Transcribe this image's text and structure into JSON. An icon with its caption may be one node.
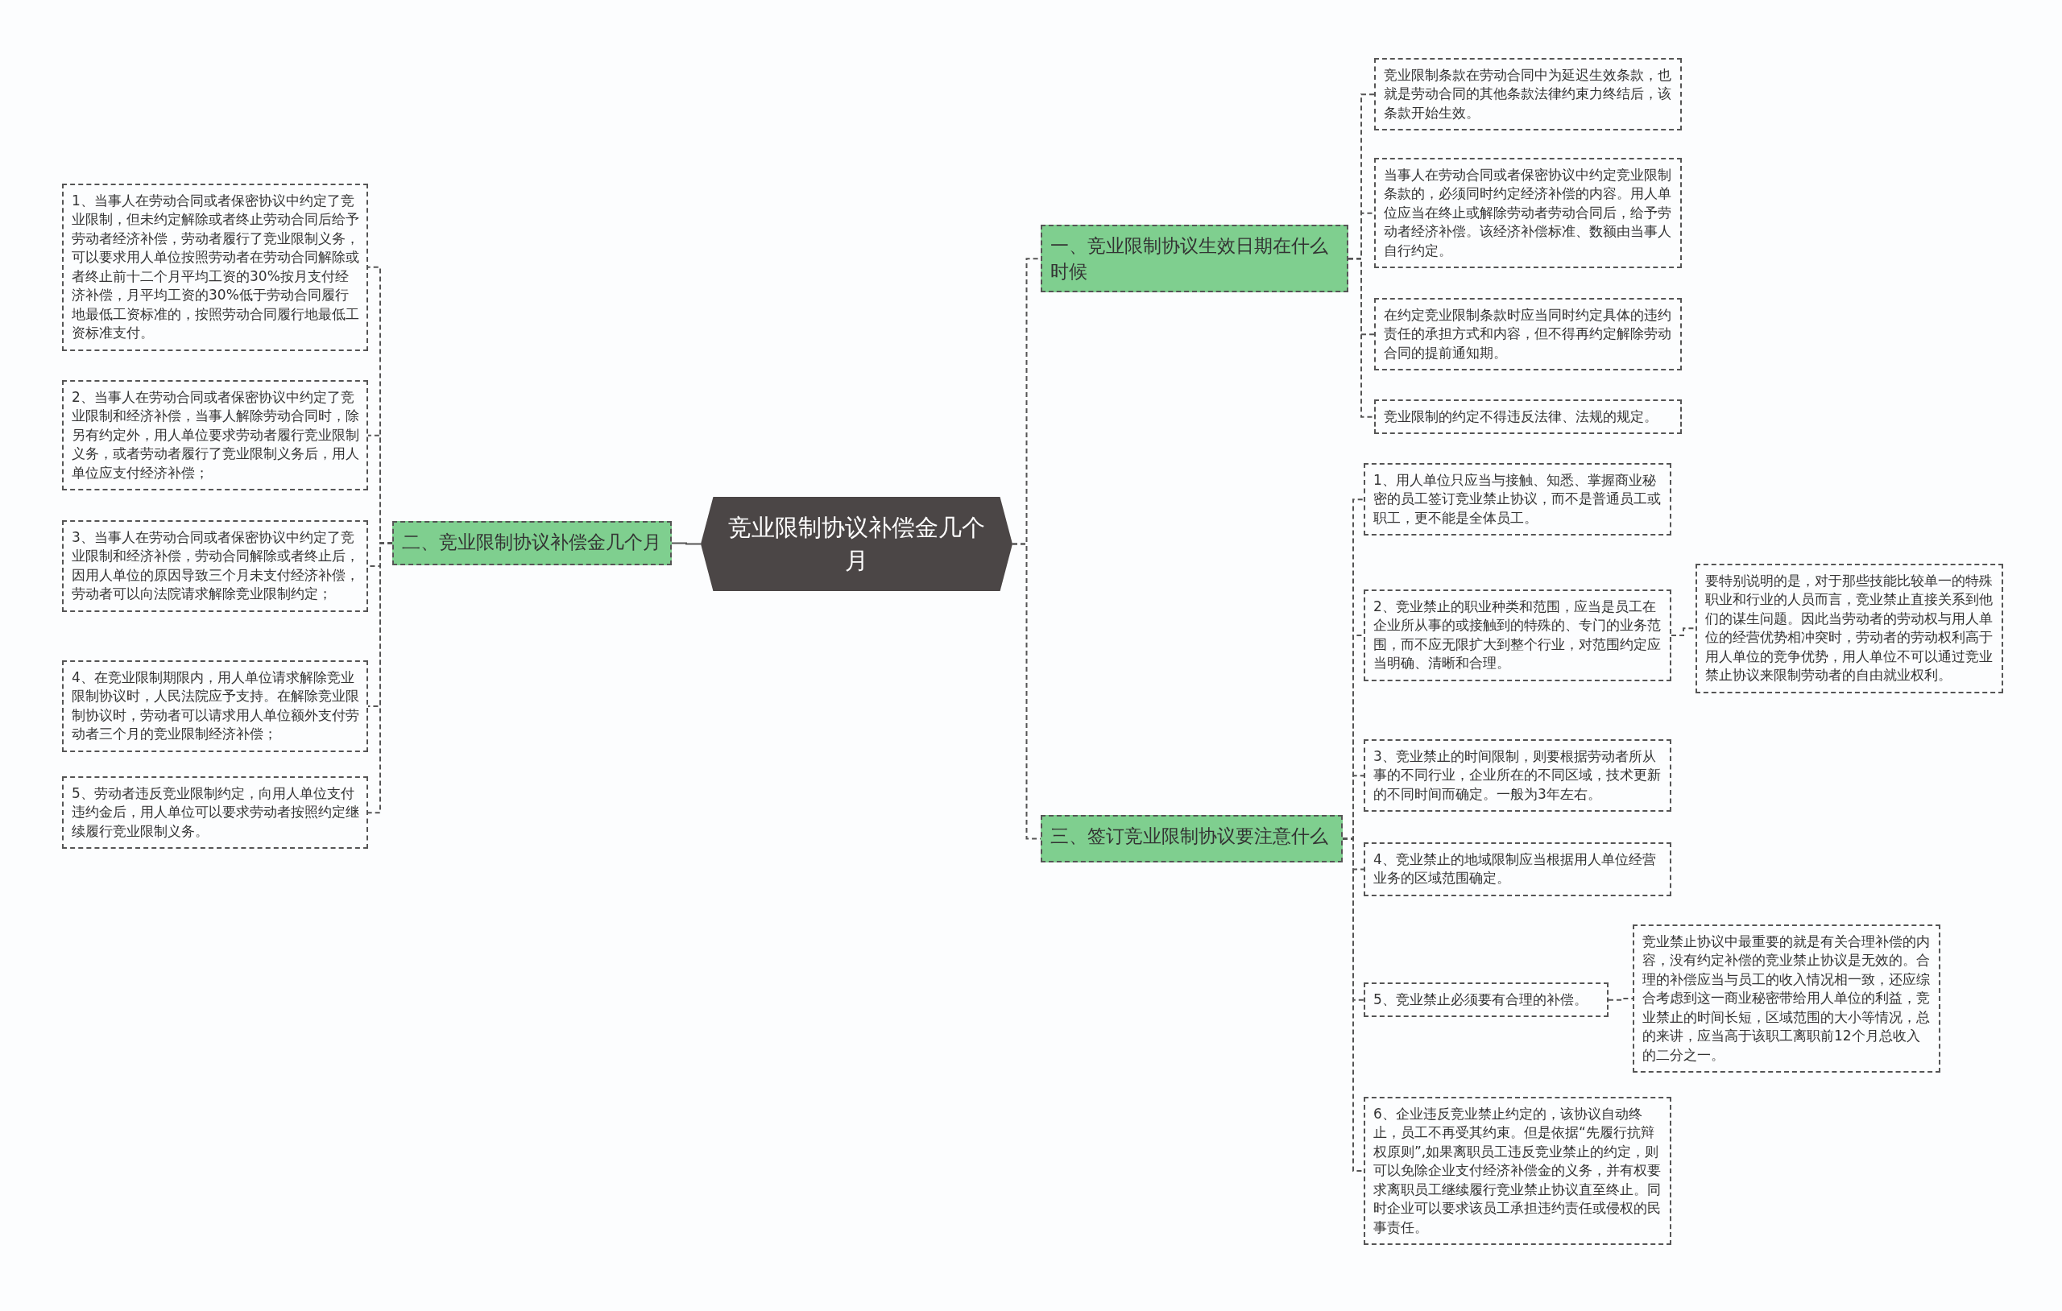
{
  "diagram": {
    "nodes": [
      {
        "text": [
          "竞业限制协议补偿金几个月"
        ]
      },
      {
        "text": [
          "一、竞业限制协议生效日期在什么时候"
        ]
      },
      {
        "text": [
          "竞业限制条款在劳动合同中为延迟生效条款，也就是劳动合同的其他条款法律约束力终结后，该条款开始生效。"
        ]
      },
      {
        "text": [
          "当事人在劳动合同或者保密协议中约定竞业限制条款的，必须同时约定经济补偿的内容。用人单位应当在终止或解除劳动者劳动合同后，给予劳动者经济补偿。该经济补偿标准、数额由当事人自行约定。"
        ]
      },
      {
        "text": [
          "在约定竞业限制条款时应当同时约定具体的违约责任的承担方式和内容，但不得再约定解除劳动合同的提前通知期。"
        ]
      },
      {
        "text": [
          "竞业限制的约定不得违反法律、法规的规定。"
        ]
      },
      {
        "text": [
          "二、竞业限制协议补偿金几个月"
        ]
      },
      {
        "text": [
          "1、当事人在劳动合同或者保密协议中约定了竞业限制，但未约定解除或者终止劳动合同后给予劳动者经济补偿，劳动者履行了竞业限制义务，可以要求用人单位按照劳动者在劳动合同解除或者终止前十二个月平均工资的30%按月支付经济补偿，月平均工资的30%低于劳动合同履行地最低工资标准的，按照劳动合同履行地最低工资标准支付。"
        ]
      },
      {
        "text": [
          "2、当事人在劳动合同或者保密协议中约定了竞业限制和经济补偿，当事人解除劳动合同时，除另有约定外，用人单位要求劳动者履行竞业限制义务，或者劳动者履行了竞业限制义务后，用人单位应支付经济补偿；"
        ]
      },
      {
        "text": [
          "3、当事人在劳动合同或者保密协议中约定了竞业限制和经济补偿，劳动合同解除或者终止后，因用人单位的原因导致三个月未支付经济补偿，劳动者可以向法院请求解除竞业限制约定；"
        ]
      },
      {
        "text": [
          "4、在竞业限制期限内，用人单位请求解除竞业限制协议时，人民法院应予支持。在解除竞业限制协议时，劳动者可以请求用人单位额外支付劳动者三个月的竞业限制经济补偿；"
        ]
      },
      {
        "text": [
          "5、劳动者违反竞业限制约定，向用人单位支付违约金后，用人单位可以要求劳动者按照约定继续履行竞业限制义务。"
        ]
      },
      {
        "text": [
          "三、签订竞业限制协议要注意什么"
        ]
      },
      {
        "text": [
          "1、用人单位只应当与接触、知悉、掌握商业秘密的员工签订竞业禁止协议，而不是普通员工或职工，更不能是全体员工。"
        ]
      },
      {
        "text": [
          "2、竞业禁止的职业种类和范围，应当是员工在企业所从事的或接触到的特殊的、专门的业务范围，而不应无限扩大到整个行业，对范围约定应当明确、清晰和合理。"
        ]
      },
      {
        "text": [
          "要特别说明的是，对于那些技能比较单一的特殊职业和行业的人员而言，竞业禁止直接关系到他们的谋生问题。因此当劳动者的劳动权与用人单位的经营优势相冲突时，劳动者的劳动权利高于用人单位的竞争优势，用人单位不可以通过竞业禁止协议来限制劳动者的自由就业权利。"
        ]
      },
      {
        "text": [
          "3、竞业禁止的时间限制，则要根据劳动者所从事的不同行业，企业所在的不同区域，技术更新的不同时间而确定。一般为3年左右。"
        ]
      },
      {
        "text": [
          "4、竞业禁止的地域限制应当根据用人单位经营业务的区域范围确定。"
        ]
      },
      {
        "text": [
          "5、竞业禁止必须要有合理的补偿。"
        ]
      },
      {
        "text": [
          "竞业禁止协议中最重要的就是有关合理补偿的内容，没有约定补偿的竞业禁止协议是无效的。合理的补偿应当与员工的收入情况相一致，还应综合考虑到这一商业秘密带给用人单位的利益，竞业禁止的时间长短，区域范围的大小等情况，总的来讲，应当高于该职工离职前12个月总收入的二分之一。"
        ]
      },
      {
        "text": [
          "6、企业违反竞业禁止约定的，该协议自动终止，员工不再受其约束。但是依据“先履行抗辩权原则”,如果离职员工违反竞业禁止的约定，则可以免除企业支付经济补偿金的义务，并有权要求离职员工继续履行竞业禁止协议直至终止。同时企业可以要求该员工承担违约责任或侵权的民事责任。"
        ]
      }
    ],
    "edges": [
      {
        "from": 0,
        "to": 1,
        "arrow": "none",
        "style": "dashed"
      },
      {
        "from": 1,
        "to": 2,
        "arrow": "none",
        "style": "dashed"
      },
      {
        "from": 1,
        "to": 3,
        "arrow": "none",
        "style": "dashed"
      },
      {
        "from": 1,
        "to": 4,
        "arrow": "none",
        "style": "dashed"
      },
      {
        "from": 1,
        "to": 5,
        "arrow": "none",
        "style": "dashed"
      },
      {
        "from": 0,
        "to": 6,
        "arrow": "none"
      },
      {
        "from": 6,
        "to": 7,
        "arrow": "none",
        "style": "dashed"
      },
      {
        "from": 6,
        "to": 8,
        "arrow": "none",
        "style": "dashed"
      },
      {
        "from": 6,
        "to": 9,
        "arrow": "none",
        "style": "dashed"
      },
      {
        "from": 6,
        "to": 10,
        "arrow": "none",
        "style": "dashed"
      },
      {
        "from": 6,
        "to": 11,
        "arrow": "none",
        "style": "dashed"
      },
      {
        "from": 0,
        "to": 12,
        "arrow": "none",
        "style": "dashed"
      },
      {
        "from": 12,
        "to": 13,
        "arrow": "none",
        "style": "dashed"
      },
      {
        "from": 12,
        "to": 14,
        "arrow": "none",
        "style": "dashed"
      },
      {
        "from": 14,
        "to": 15,
        "arrow": "none",
        "style": "dashed"
      },
      {
        "from": 12,
        "to": 16,
        "arrow": "none",
        "style": "dashed"
      },
      {
        "from": 12,
        "to": 17,
        "arrow": "none",
        "style": "dashed"
      },
      {
        "from": 12,
        "to": 18,
        "arrow": "none",
        "style": "dashed"
      },
      {
        "from": 18,
        "to": 19,
        "arrow": "none",
        "style": "dashed"
      },
      {
        "from": 12,
        "to": 20,
        "arrow": "none",
        "style": "dashed"
      }
    ]
  }
}
